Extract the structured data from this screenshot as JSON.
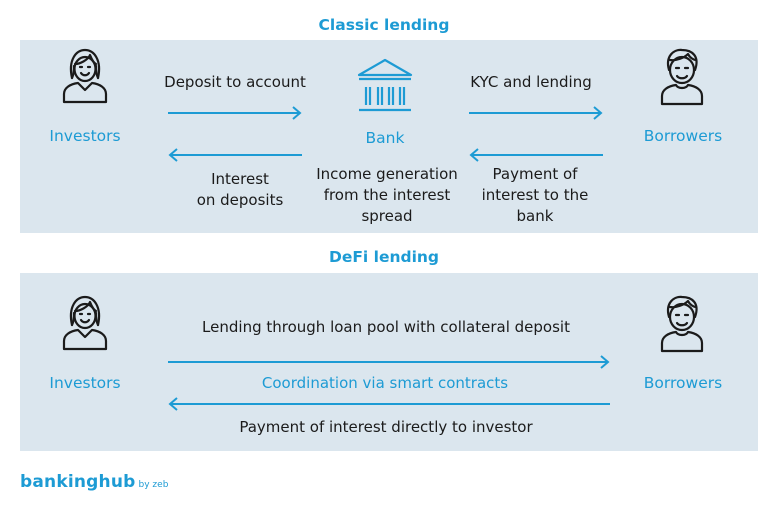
{
  "classic": {
    "title": "Classic lending",
    "investors": "Investors",
    "bank": "Bank",
    "borrowers": "Borrowers",
    "deposit": "Deposit to account",
    "kyc": "KYC and lending",
    "interest_deposits": [
      "Interest",
      "on deposits"
    ],
    "income": [
      "Income generation",
      "from the interest",
      "spread"
    ],
    "payment_bank": [
      "Payment of",
      "interest to the",
      "bank"
    ]
  },
  "defi": {
    "title": "DeFi lending",
    "investors": "Investors",
    "borrowers": "Borrowers",
    "lending_pool": "Lending through loan pool with collateral deposit",
    "coordination": "Coordination via smart contracts",
    "payment_direct": "Payment of interest directly to investor"
  },
  "footer": {
    "brand": "bankinghub",
    "by": "by zeb"
  },
  "colors": {
    "accent": "#1d9bd4",
    "panel": "#dbe6ee",
    "text": "#1b1b1b"
  },
  "icons": {
    "investor": "woman-person-icon",
    "bank": "bank-building-icon",
    "borrower": "man-person-icon",
    "arrow": "arrow-icon"
  }
}
